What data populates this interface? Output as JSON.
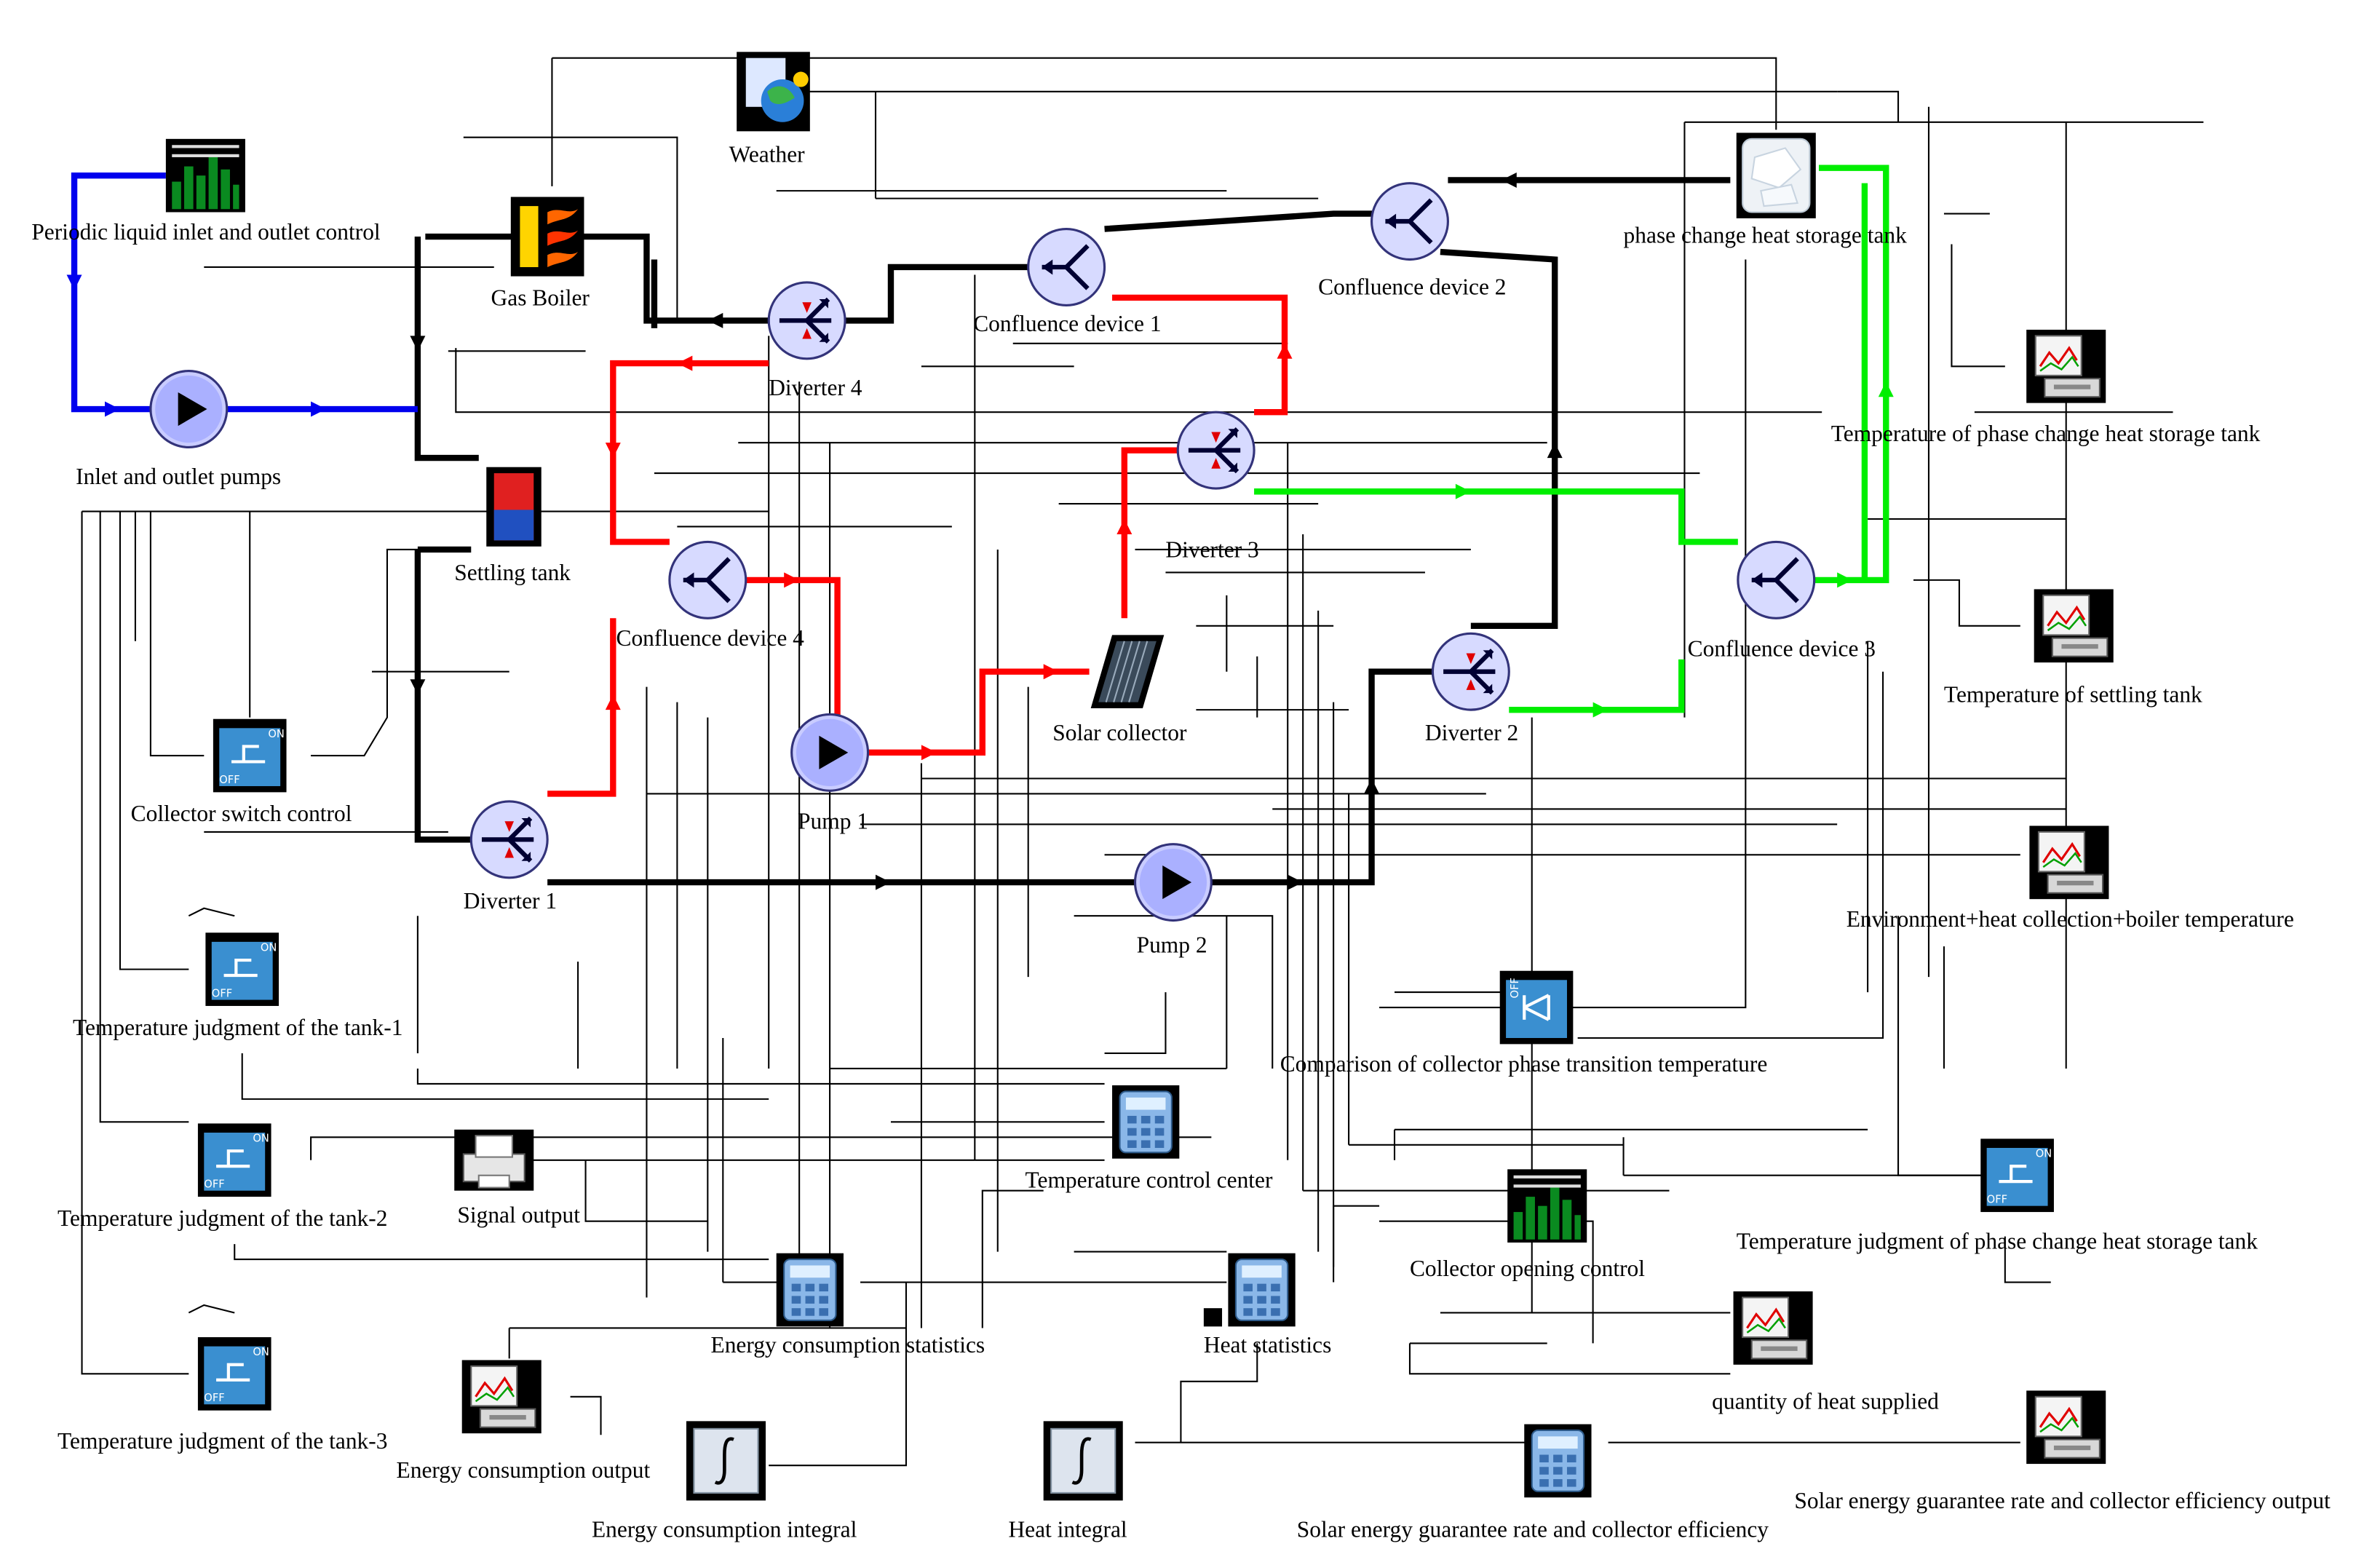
{
  "colors": {
    "background": "#ffffff",
    "signal": "#000000",
    "main_pipe": "#000000",
    "cold_water": "#0000ee",
    "hot_solar": "#ff0000",
    "storage_loop": "#00ee00"
  },
  "components": {
    "weather": {
      "label": "Weather",
      "icon": "weather-globe-icon"
    },
    "periodic_control": {
      "label": "Periodic liquid inlet and outlet control",
      "icon": "bar-chart-icon"
    },
    "gas_boiler": {
      "label": "Gas Boiler",
      "icon": "boiler-flame-icon"
    },
    "inlet_pumps": {
      "label": "Inlet and outlet pumps",
      "icon": "pump-icon"
    },
    "settling_tank": {
      "label": "Settling tank",
      "icon": "tank-icon"
    },
    "diverter4": {
      "label": "Diverter 4",
      "icon": "diverter-icon"
    },
    "confluence1": {
      "label": "Confluence device 1",
      "icon": "confluence-icon"
    },
    "confluence2": {
      "label": "Confluence device 2",
      "icon": "confluence-icon"
    },
    "pcm_tank": {
      "label": "phase change heat storage tank",
      "icon": "ice-block-icon"
    },
    "pcm_temp": {
      "label": "Temperature of phase change heat storage tank",
      "icon": "plotter-monitor-icon"
    },
    "diverter3": {
      "label": "Diverter 3",
      "icon": "diverter-icon"
    },
    "confluence4": {
      "label": "Confluence device 4",
      "icon": "confluence-icon"
    },
    "confluence3": {
      "label": "Confluence device 3",
      "icon": "confluence-icon"
    },
    "settling_temp": {
      "label": "Temperature of settling tank",
      "icon": "plotter-monitor-icon"
    },
    "solar_collector": {
      "label": "Solar collector",
      "icon": "solar-panel-icon"
    },
    "diverter2": {
      "label": "Diverter 2",
      "icon": "diverter-icon"
    },
    "collector_switch": {
      "label": "Collector switch control",
      "icon": "on-off-switch-icon"
    },
    "pump1": {
      "label": "Pump 1",
      "icon": "pump-icon"
    },
    "diverter1": {
      "label": "Diverter 1",
      "icon": "diverter-icon"
    },
    "pump2": {
      "label": "Pump 2",
      "icon": "pump-icon"
    },
    "env_temp": {
      "label": "Environment+heat collection+boiler temperature",
      "icon": "plotter-monitor-icon"
    },
    "tank_judge1": {
      "label": "Temperature judgment of the tank-1",
      "icon": "on-off-switch-icon"
    },
    "comparison": {
      "label": "Comparison of collector phase transition temperature",
      "icon": "comparator-switch-icon"
    },
    "temp_center": {
      "label": "Temperature control center",
      "icon": "calculator-icon"
    },
    "tank_judge2": {
      "label": "Temperature judgment of the tank-2",
      "icon": "on-off-switch-icon"
    },
    "signal_output": {
      "label": "Signal output",
      "icon": "printer-icon"
    },
    "collector_opening": {
      "label": "Collector opening control",
      "icon": "bar-chart-icon"
    },
    "pcm_judge": {
      "label": "Temperature judgment of phase change heat storage tank",
      "icon": "on-off-switch-icon"
    },
    "energy_stats": {
      "label": "Energy consumption statistics",
      "icon": "calculator-icon"
    },
    "heat_stats": {
      "label": "Heat statistics",
      "icon": "calculator-icon"
    },
    "heat_supplied": {
      "label": "quantity of heat supplied",
      "icon": "plotter-monitor-icon"
    },
    "tank_judge3": {
      "label": "Temperature judgment of the tank-3",
      "icon": "on-off-switch-icon"
    },
    "energy_output": {
      "label": "Energy consumption output",
      "icon": "plotter-monitor-icon"
    },
    "energy_integral": {
      "label": "Energy consumption integral",
      "icon": "integral-icon"
    },
    "heat_integral": {
      "label": "Heat integral",
      "icon": "integral-icon"
    },
    "solar_guarantee": {
      "label": "Solar energy guarantee rate and collector efficiency",
      "icon": "calculator-icon"
    },
    "solar_output": {
      "label": "Solar energy guarantee rate and collector efficiency output",
      "icon": "plotter-monitor-icon"
    }
  }
}
